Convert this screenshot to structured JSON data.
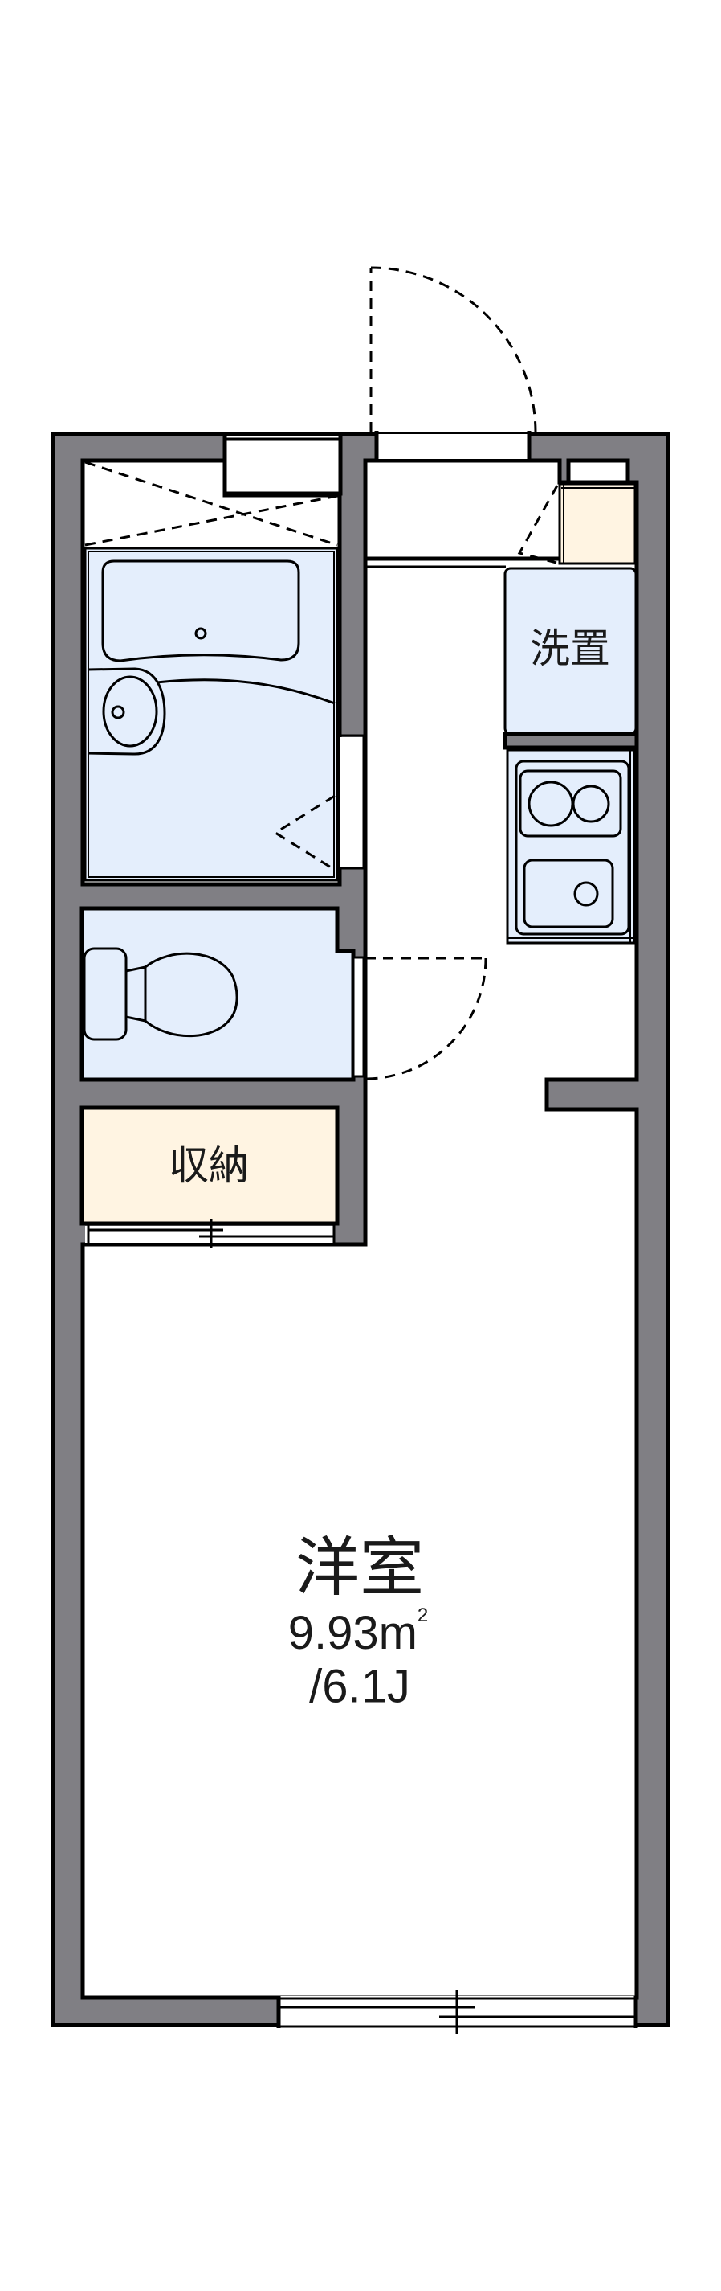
{
  "floor_plan": {
    "rooms": {
      "western_room": {
        "label": "洋室",
        "area_value": "9.93",
        "area_unit": "m",
        "area_unit_exp": "2",
        "tatami": "/6.1J"
      },
      "washer_space": {
        "label": "洗置"
      },
      "storage": {
        "label": "収納"
      }
    },
    "fixtures": [
      "entrance-door",
      "shoe-cabinet",
      "pipe-shaft",
      "unit-bath",
      "washbasin",
      "toilet",
      "kitchen-stove-2-burner",
      "kitchen-sink",
      "sliding-window",
      "storage-sliding-doors"
    ]
  },
  "colors": {
    "wall": "#807f84",
    "fixture_blue": "#e4eefc",
    "storage_beige": "#fff4e2",
    "line": "#000000"
  }
}
